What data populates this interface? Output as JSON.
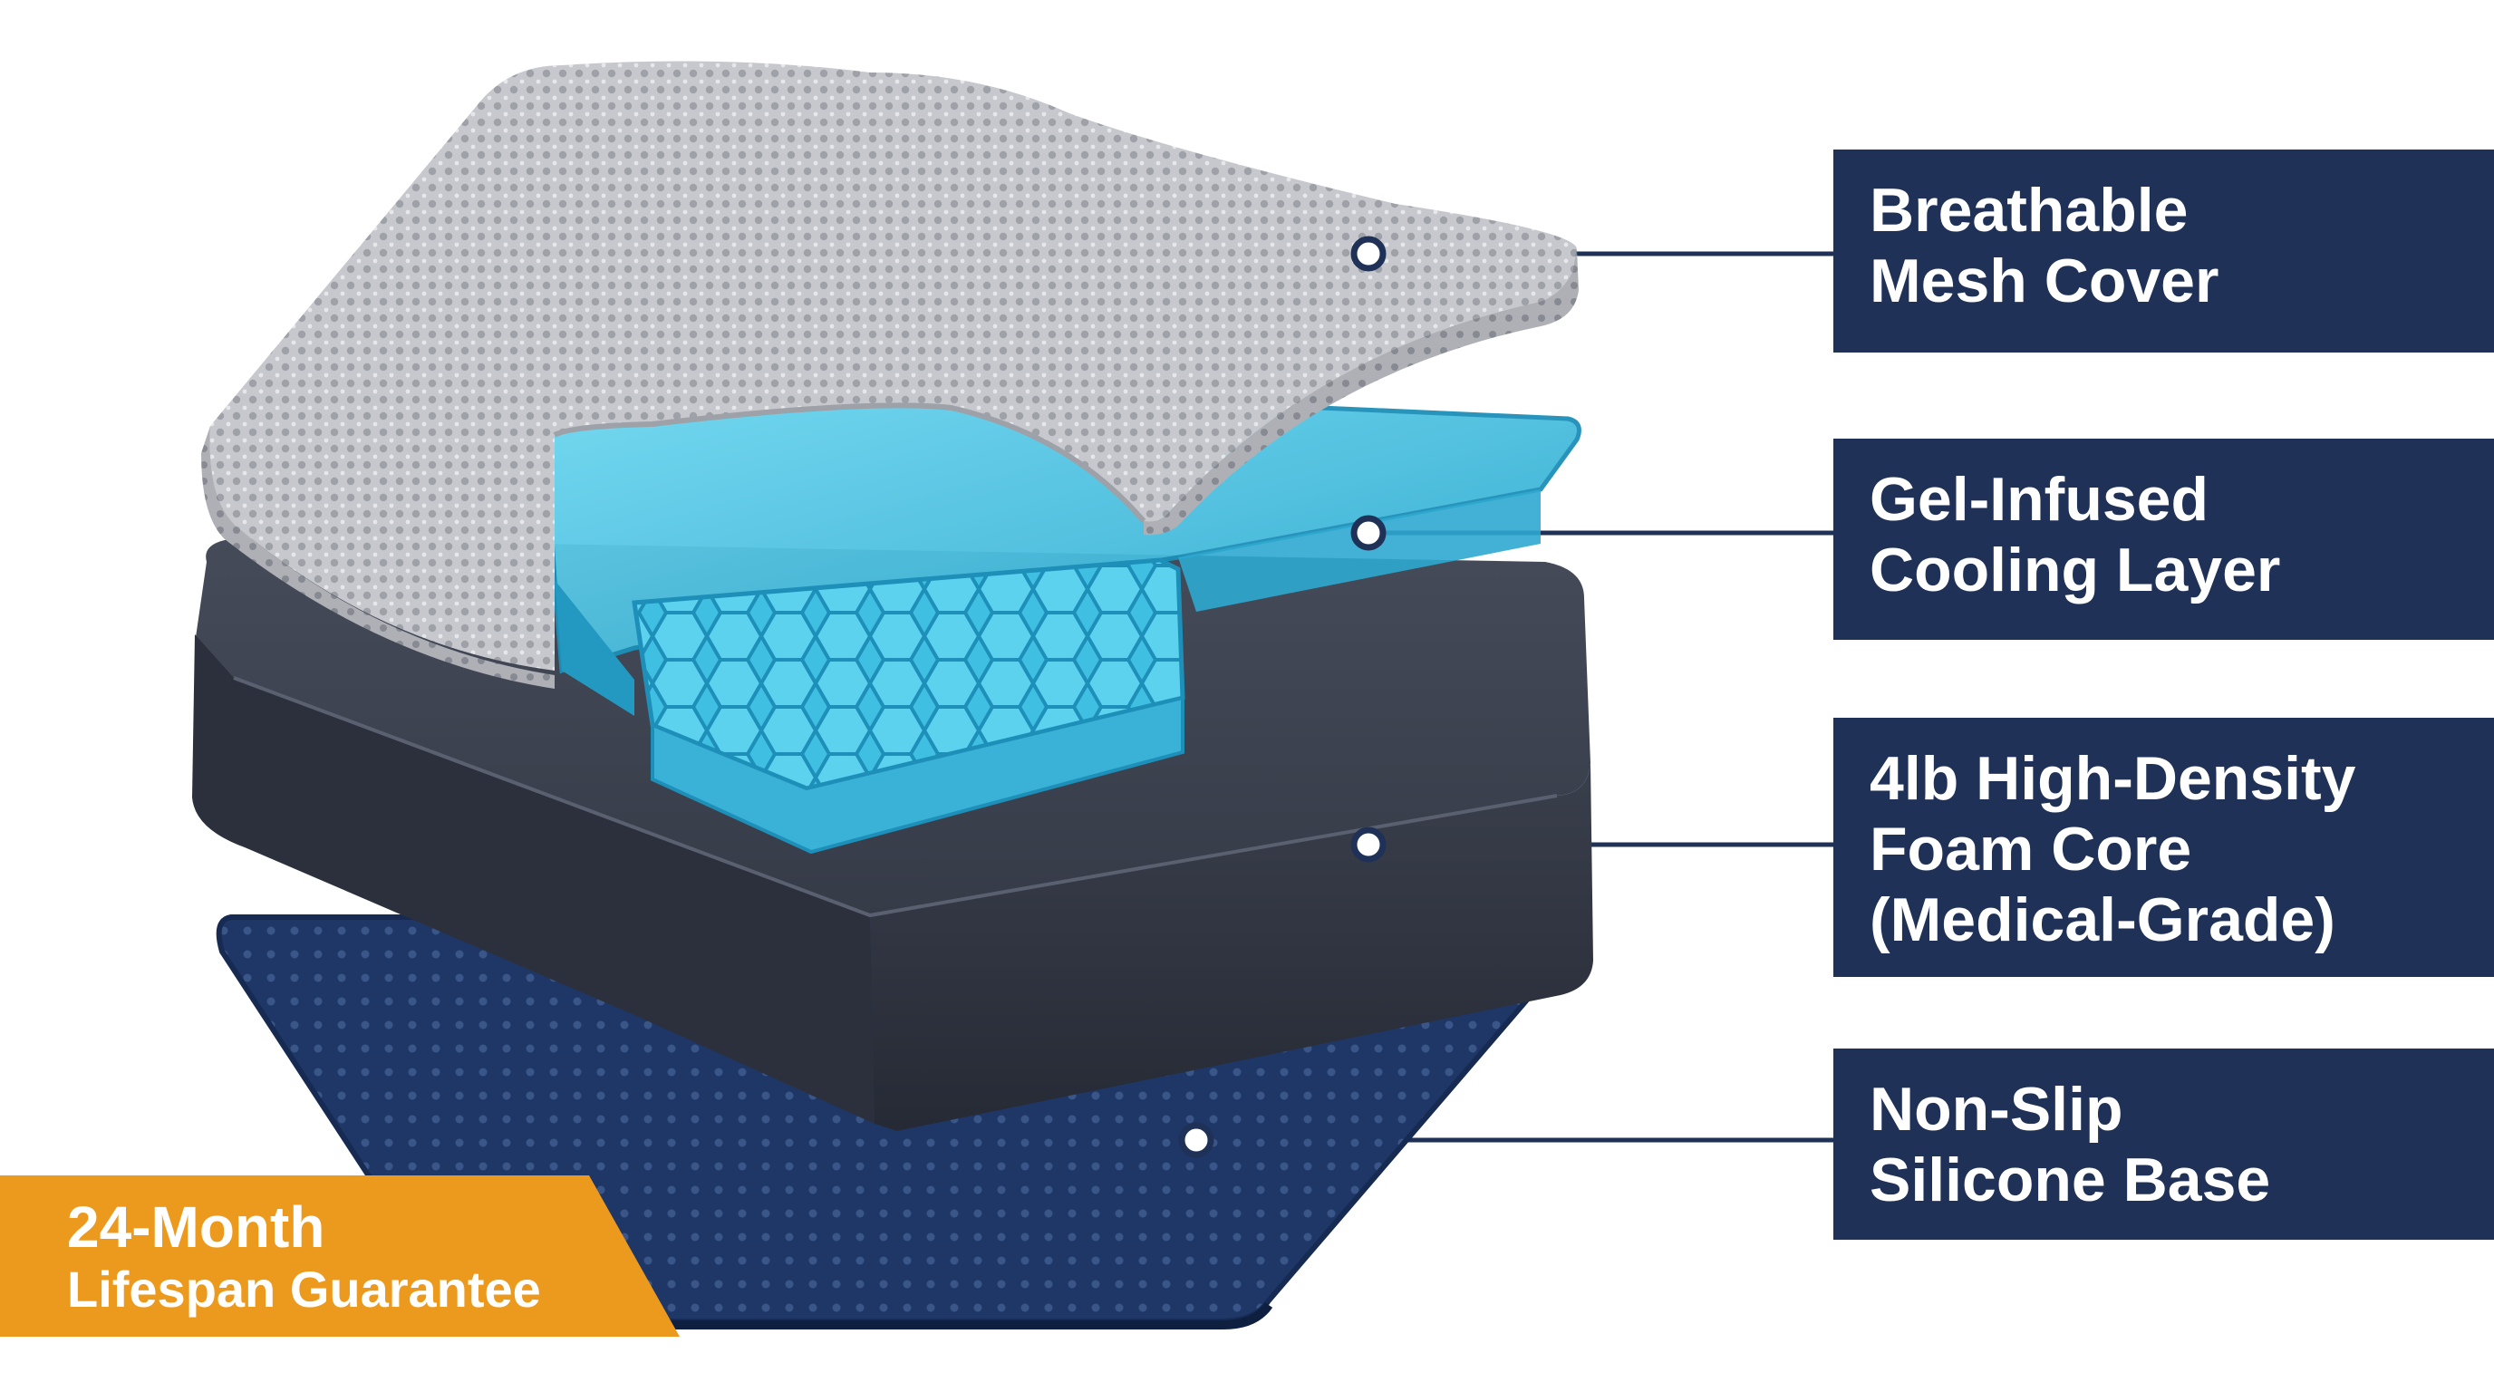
{
  "colors": {
    "callout_bg": "#1f3156",
    "leader_line": "#1f3156",
    "badge_bg": "#ec9a1e",
    "mesh": "#c9cbd0",
    "gel": "#35b6d8",
    "foam": "#2f3442",
    "base": "#1f3a6b"
  },
  "callouts": [
    {
      "id": "mesh",
      "lines": [
        "Breathable",
        "Mesh Cover"
      ]
    },
    {
      "id": "gel",
      "lines": [
        "Gel-Infused",
        "Cooling Layer"
      ]
    },
    {
      "id": "foam",
      "lines": [
        "4lb High-Density",
        "Foam Core",
        "(Medical-Grade)"
      ]
    },
    {
      "id": "base",
      "lines": [
        "Non-Slip",
        "Silicone Base"
      ]
    }
  ],
  "badge": {
    "line1": "24-Month",
    "line2": "Lifespan Guarantee"
  }
}
